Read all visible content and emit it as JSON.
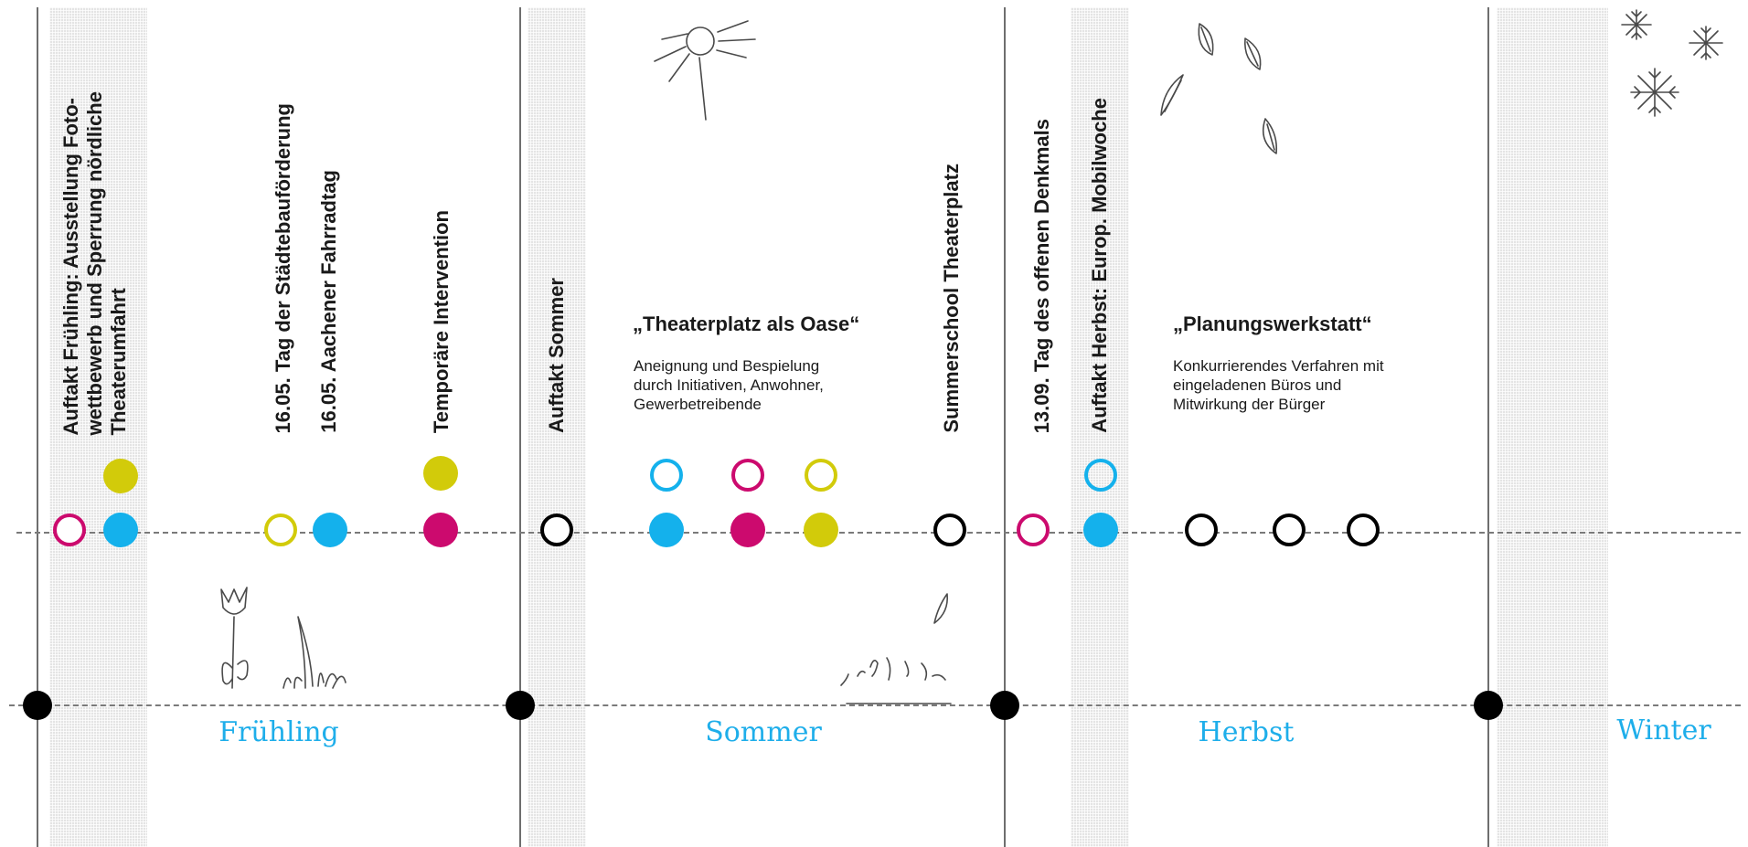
{
  "events": {
    "fruehling_auftakt": "Auftakt Frühling: Ausstellung Foto-\nwettbewerb und Sperrung nördliche\nTheaterumfahrt",
    "tag_staedtebau": "16.05. Tag der Städtebauförderung",
    "fahrradtag": "16.05. Aachener Fahrradtag",
    "intervention": "Temporäre Intervention",
    "sommer_auftakt": "Auftakt Sommer",
    "summerschool": "Summerschool Theaterplatz",
    "denkmal": "13.09. Tag des offenen Denkmals",
    "herbst_auftakt": "Auftakt Herbst: Europ. Mobilwoche"
  },
  "projects": {
    "oase": {
      "title": "„Theaterplatz als Oase“",
      "desc": "Aneignung und Bespielung\ndurch Initiativen, Anwohner,\nGewerbetreibende"
    },
    "werkstatt": {
      "title": "„Planungswerkstatt“",
      "desc": "Konkurrierendes Verfahren mit\neingeladenen Büros und\nMitwirkung der Bürger"
    }
  },
  "seasons": {
    "spring": "Frühling",
    "summer": "Sommer",
    "autumn": "Herbst",
    "winter": "Winter"
  },
  "colors": {
    "cyan": "#14b1ec",
    "magenta": "#cc0a6e",
    "yellow": "#d2cb0a",
    "black": "#000000",
    "season_text": "#1eaeea"
  }
}
